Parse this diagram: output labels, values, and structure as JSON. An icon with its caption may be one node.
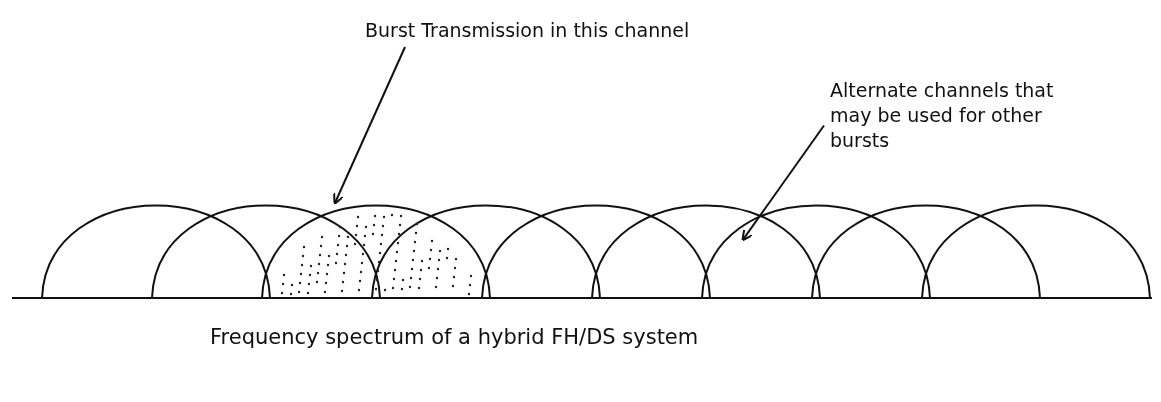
{
  "diagram": {
    "caption": "Frequency spectrum of a hybrid FH/DS system",
    "nodes": [
      {
        "text": [
          "Burst Transmission in this channel"
        ]
      },
      {
        "text": [],
        "shape": "arch"
      },
      {
        "text": [
          "Alternate channels that may be used for other bursts"
        ]
      },
      {
        "text": [],
        "shape": "arch"
      }
    ],
    "edges": [
      {
        "from": 0,
        "to": 1,
        "arrow": "to"
      },
      {
        "from": 2,
        "to": 3,
        "arrow": "to"
      }
    ]
  }
}
